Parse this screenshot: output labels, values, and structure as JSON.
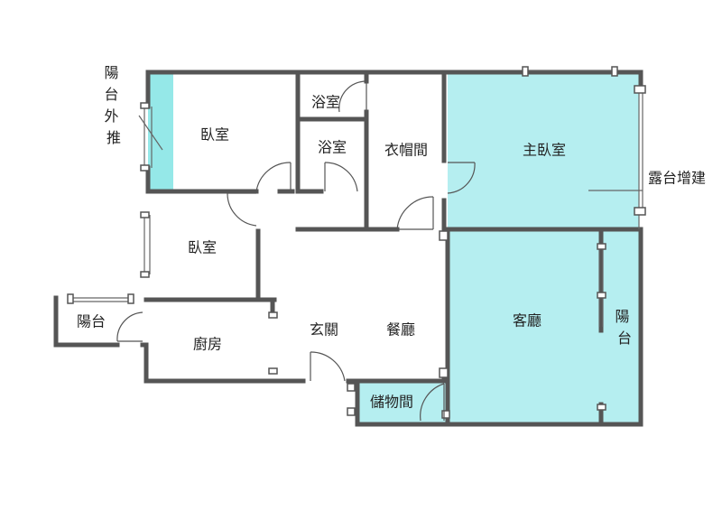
{
  "colors": {
    "highlight": "#b5eef0",
    "highlight_strong": "#95e8e8",
    "wall": "#555555",
    "text": "#222222"
  },
  "rooms": {
    "bedroom_top": "臥室",
    "bath_upper": "浴室",
    "bath_lower": "浴室",
    "wardrobe": "衣帽間",
    "master_bedroom": "主臥室",
    "bedroom_mid": "臥室",
    "balcony_small": "陽台",
    "kitchen": "廚房",
    "entrance": "玄關",
    "dining": "餐廳",
    "living": "客廳",
    "storage": "儲物間",
    "balcony_right": [
      "陽",
      "台"
    ]
  },
  "annotations": {
    "balcony_push_out": [
      "陽",
      "台",
      "外",
      "推"
    ],
    "terrace_extension": "露台增建"
  }
}
